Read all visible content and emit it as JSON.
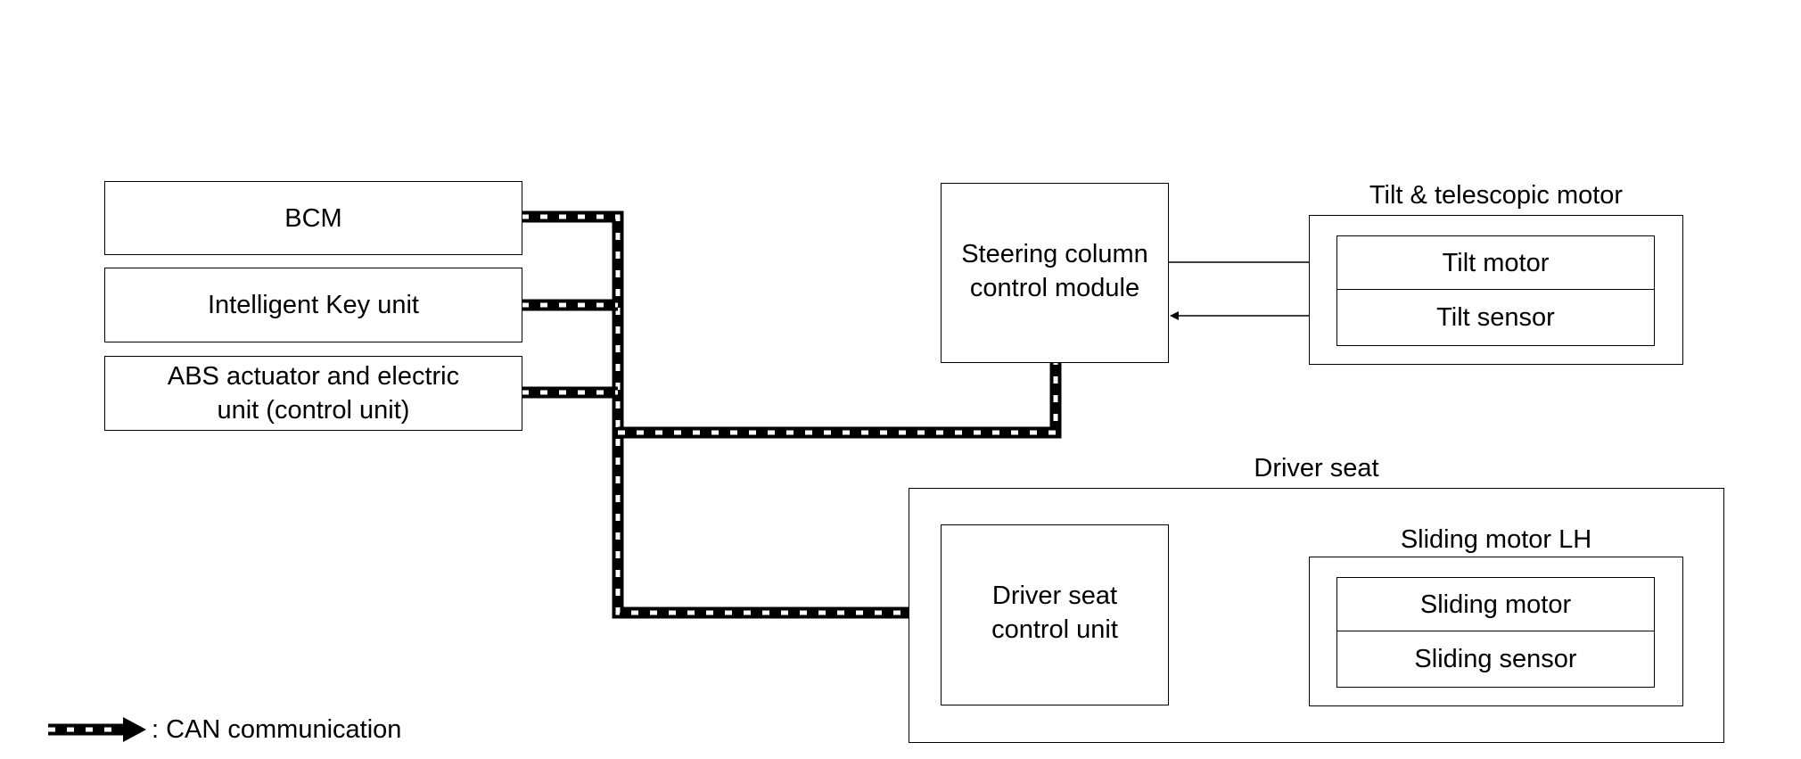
{
  "nodes": {
    "bcm": "BCM",
    "intelligent_key": "Intelligent Key unit",
    "abs": "ABS actuator and electric\nunit (control unit)",
    "steering": "Steering column\ncontrol module",
    "tilt_group": "Tilt & telescopic motor",
    "tilt_motor": "Tilt motor",
    "tilt_sensor": "Tilt sensor",
    "driver_group": "Driver seat",
    "driver_unit": "Driver seat\ncontrol unit",
    "sliding_group": "Sliding motor LH",
    "sliding_motor": "Sliding motor",
    "sliding_sensor": "Sliding sensor"
  },
  "legend": {
    "label": ": CAN communication"
  }
}
